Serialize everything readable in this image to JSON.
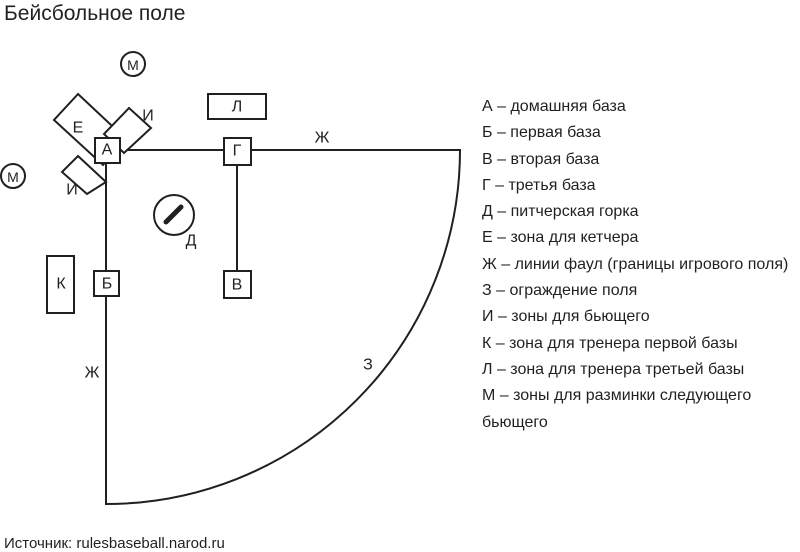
{
  "title": "Бейсбольное поле",
  "labels": {
    "home_base": "А",
    "first_base": "Б",
    "second_base": "В",
    "third_base": "Г",
    "pitchers_mound": "Д",
    "catcher_zone": "Е",
    "foul_line_left": "Ж",
    "foul_line_top": "Ж",
    "fence": "З",
    "batter_zone_top": "И",
    "batter_zone_bottom": "И",
    "first_base_coach_zone": "К",
    "third_base_coach_zone": "Л",
    "on_deck_circle_top": "М",
    "on_deck_circle_left": "М"
  },
  "legend": [
    "А – домашняя база",
    "Б – первая база",
    "В – вторая база",
    "Г – третья база",
    "Д – питчерская горка",
    "Е – зона для кетчера",
    "Ж – линии фаул (границы игрового поля)",
    "З – ограждение поля",
    "И – зоны для бьющего",
    "К – зона для тренера первой базы",
    "Л – зона для тренера третьей базы",
    "М – зоны для разминки следующего бьющего"
  ],
  "source": "Источник: rulesbaseball.narod.ru",
  "colors": {
    "ink": "#231f20",
    "background": "#ffffff"
  }
}
